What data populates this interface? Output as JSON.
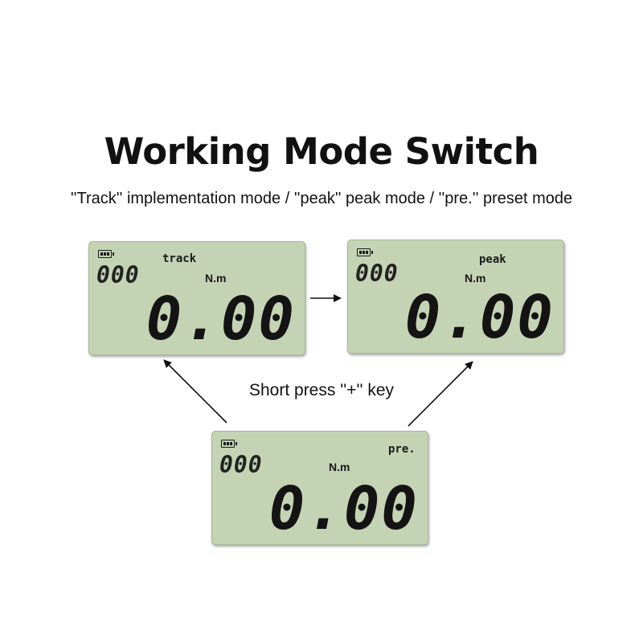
{
  "header": {
    "title": "Working Mode Switch",
    "subtitle": "''Track'' implementation mode / ''peak'' peak mode / ''pre.'' preset mode"
  },
  "hint": "Short press ''+'' key",
  "displays": {
    "track": {
      "mode": "track",
      "unit": "N.m",
      "counter": "000",
      "reading": "0.00"
    },
    "peak": {
      "mode": "peak",
      "unit": "N.m",
      "counter": "000",
      "reading": "0.00"
    },
    "pre": {
      "mode": "pre.",
      "unit": "N.m",
      "counter": "000",
      "reading": "0.00"
    }
  },
  "colors": {
    "lcd_background": "#c4d3b4",
    "segment": "#141414"
  }
}
